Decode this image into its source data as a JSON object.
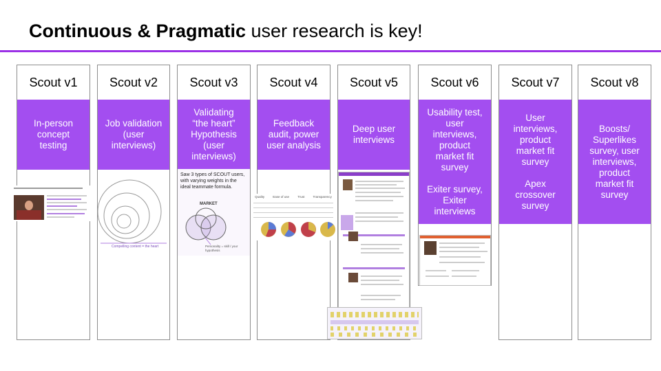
{
  "title": {
    "bold": "Continuous & Pragmatic",
    "rest": " user research is key!"
  },
  "columns": [
    {
      "version": "Scout v1",
      "desc": "In-person\nconcept\ntesting"
    },
    {
      "version": "Scout v2",
      "desc": "Job validation\n(user\ninterviews)"
    },
    {
      "version": "Scout v3",
      "desc": "Validating\n“the heart”\nHypothesis\n(user\ninterviews)"
    },
    {
      "version": "Scout v4",
      "desc": "Feedback\naudit, power\nuser analysis"
    },
    {
      "version": "Scout v5",
      "desc": "Deep user\ninterviews"
    },
    {
      "version": "Scout v6",
      "desc": "Usability test,\nuser\ninterviews,\nproduct\nmarket fit\nsurvey\n\nExiter survey,\nExiter\ninterviews"
    },
    {
      "version": "Scout v7",
      "desc": "User\ninterviews,\nproduct\nmarket fit\nsurvey\n\nApex\ncrossover\nsurvey"
    },
    {
      "version": "Scout v8",
      "desc": "Boosts/\nSuperlikes\nsurvey,  user\ninterviews,\nproduct\nmarket fit\nsurvey"
    }
  ],
  "thumbs": {
    "v2_caption": "Compelling content = the heart",
    "v3_text": "Saw 3 types of SCOUT users, with varying weights in the ideal teammate formula.",
    "v3_market": "MARKET",
    "v3_caption": "Personality = skill / your hypothesis",
    "v4_headers": [
      "Quality",
      "Ease of use",
      "Trust",
      "Transparency"
    ]
  },
  "colors": {
    "accent": "#9b30e6",
    "card": "#a34ef0"
  }
}
